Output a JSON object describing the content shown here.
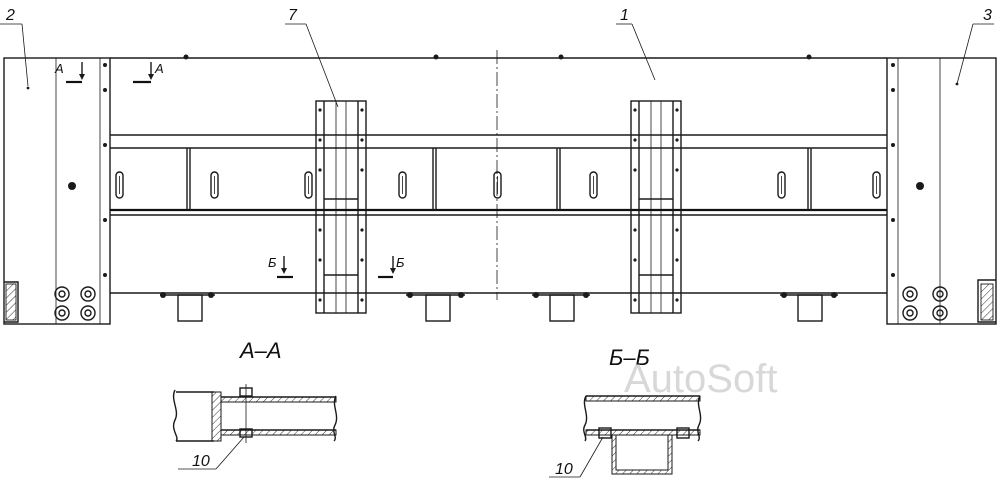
{
  "callouts": [
    "2",
    "7",
    "1",
    "3",
    "10",
    "10"
  ],
  "cut_marks": {
    "a": "А",
    "b": "Б"
  },
  "sections": {
    "aa": "А–А",
    "bb": "Б–Б"
  },
  "watermark": "AutoSoft"
}
